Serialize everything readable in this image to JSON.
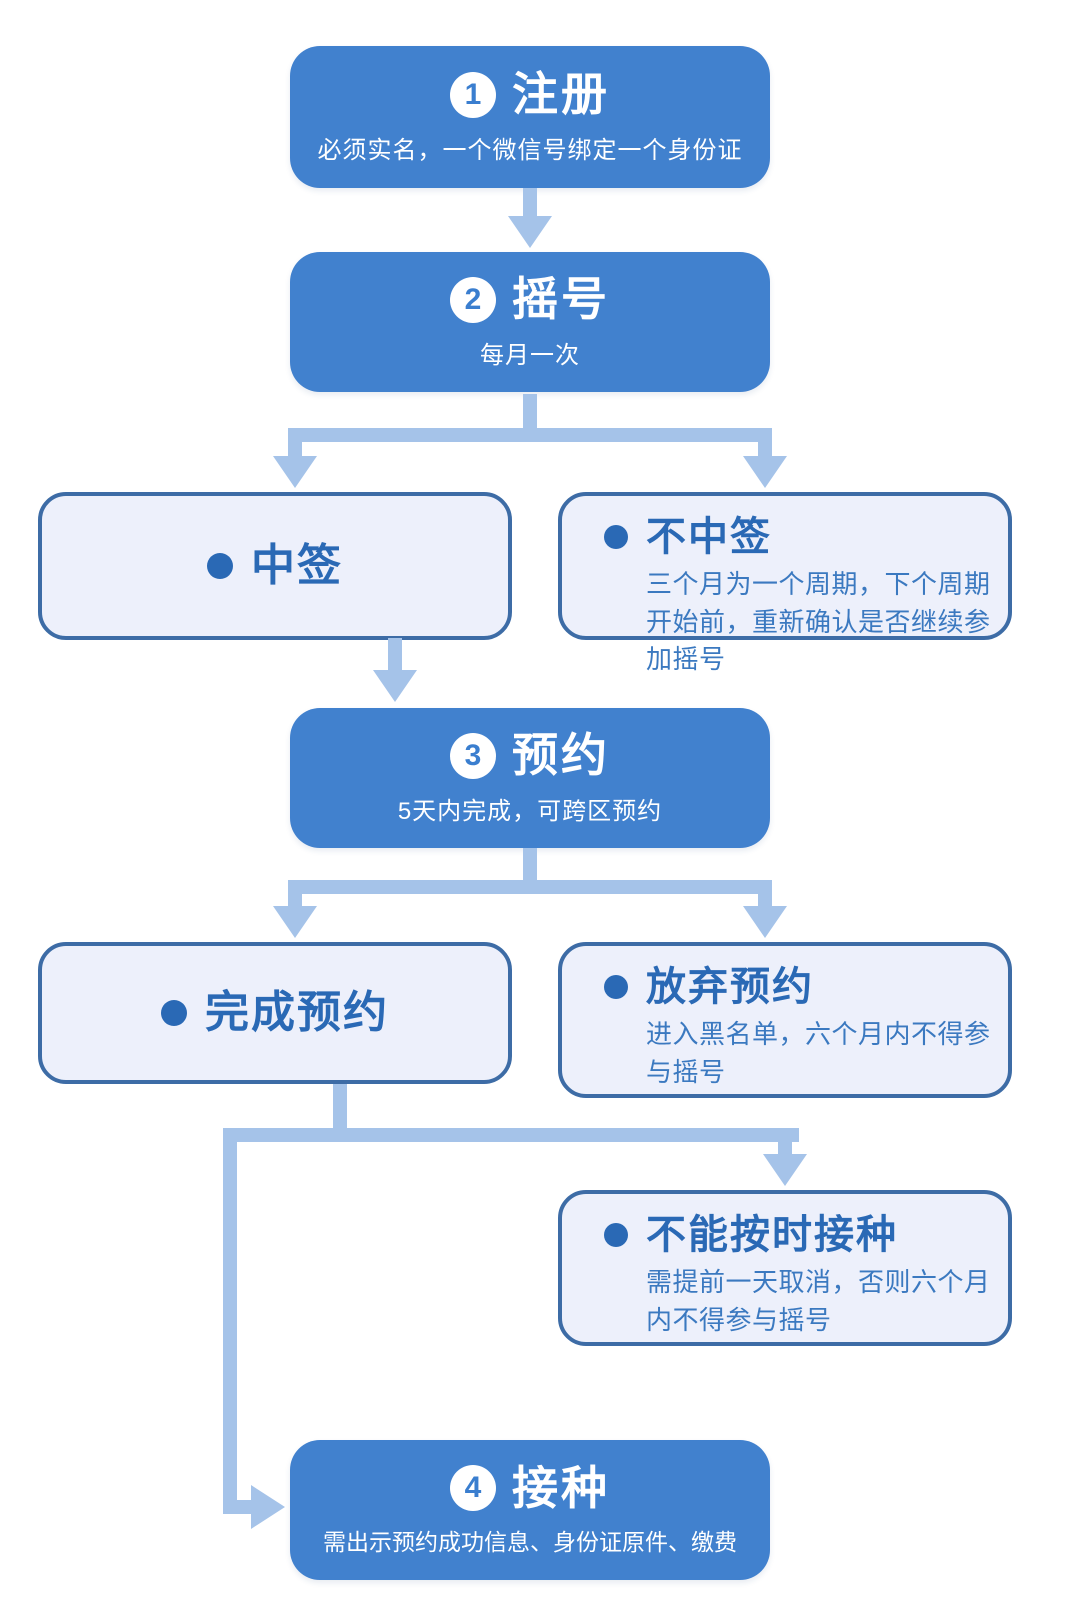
{
  "colors": {
    "step_fill": "#4181ce",
    "step_text": "#ffffff",
    "badge_fill": "#ffffff",
    "badge_text": "#3a7ecf",
    "outcome_fill": "#edf0fb",
    "outcome_border": "#3d6ca6",
    "outcome_text": "#2a69b5",
    "outcome_detail_text": "#3b79c0",
    "arrow": "#a5c3e9",
    "background": "#ffffff"
  },
  "steps": [
    {
      "number": "1",
      "title": "注册",
      "subtitle": "必须实名，一个微信号绑定一个身份证"
    },
    {
      "number": "2",
      "title": "摇号",
      "subtitle": "每月一次"
    },
    {
      "number": "3",
      "title": "预约",
      "subtitle": "5天内完成，可跨区预约"
    },
    {
      "number": "4",
      "title": "接种",
      "subtitle": "需出示预约成功信息、身份证原件、缴费"
    }
  ],
  "outcomes": [
    {
      "title": "中签"
    },
    {
      "title": "不中签",
      "detail": "三个月为一个周期，下个周期开始前，重新确认是否继续参加摇号"
    },
    {
      "title": "完成预约"
    },
    {
      "title": "放弃预约",
      "detail": "进入黑名单，六个月内不得参与摇号"
    },
    {
      "title": "不能按时接种",
      "detail": "需提前一天取消，否则六个月内不得参与摇号"
    }
  ]
}
